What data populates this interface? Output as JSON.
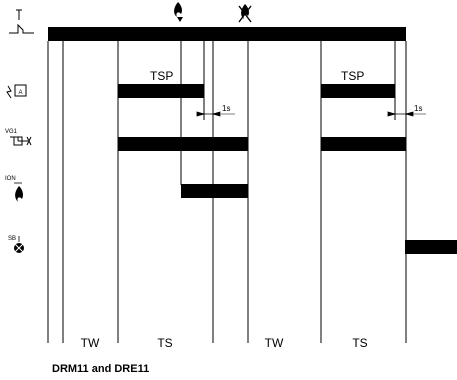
{
  "caption": "DRM11 and DRE11",
  "phases": [
    "TW",
    "TS",
    "TW",
    "TS"
  ],
  "tsp_labels": [
    "TSP",
    "TSP"
  ],
  "interval_labels": [
    "1s",
    "1s"
  ],
  "row_tags": {
    "ignition": "A",
    "valve": "VG1",
    "ionisation": "ION",
    "safety": "SB"
  },
  "icons": [
    "thermostat-icon",
    "flame-icon",
    "no-flame-icon",
    "ignition-spark-icon",
    "gas-valve-icon",
    "ionisation-flame-icon",
    "safety-lockout-icon"
  ],
  "colors": {
    "line": "#000000",
    "background": "#ffffff"
  }
}
